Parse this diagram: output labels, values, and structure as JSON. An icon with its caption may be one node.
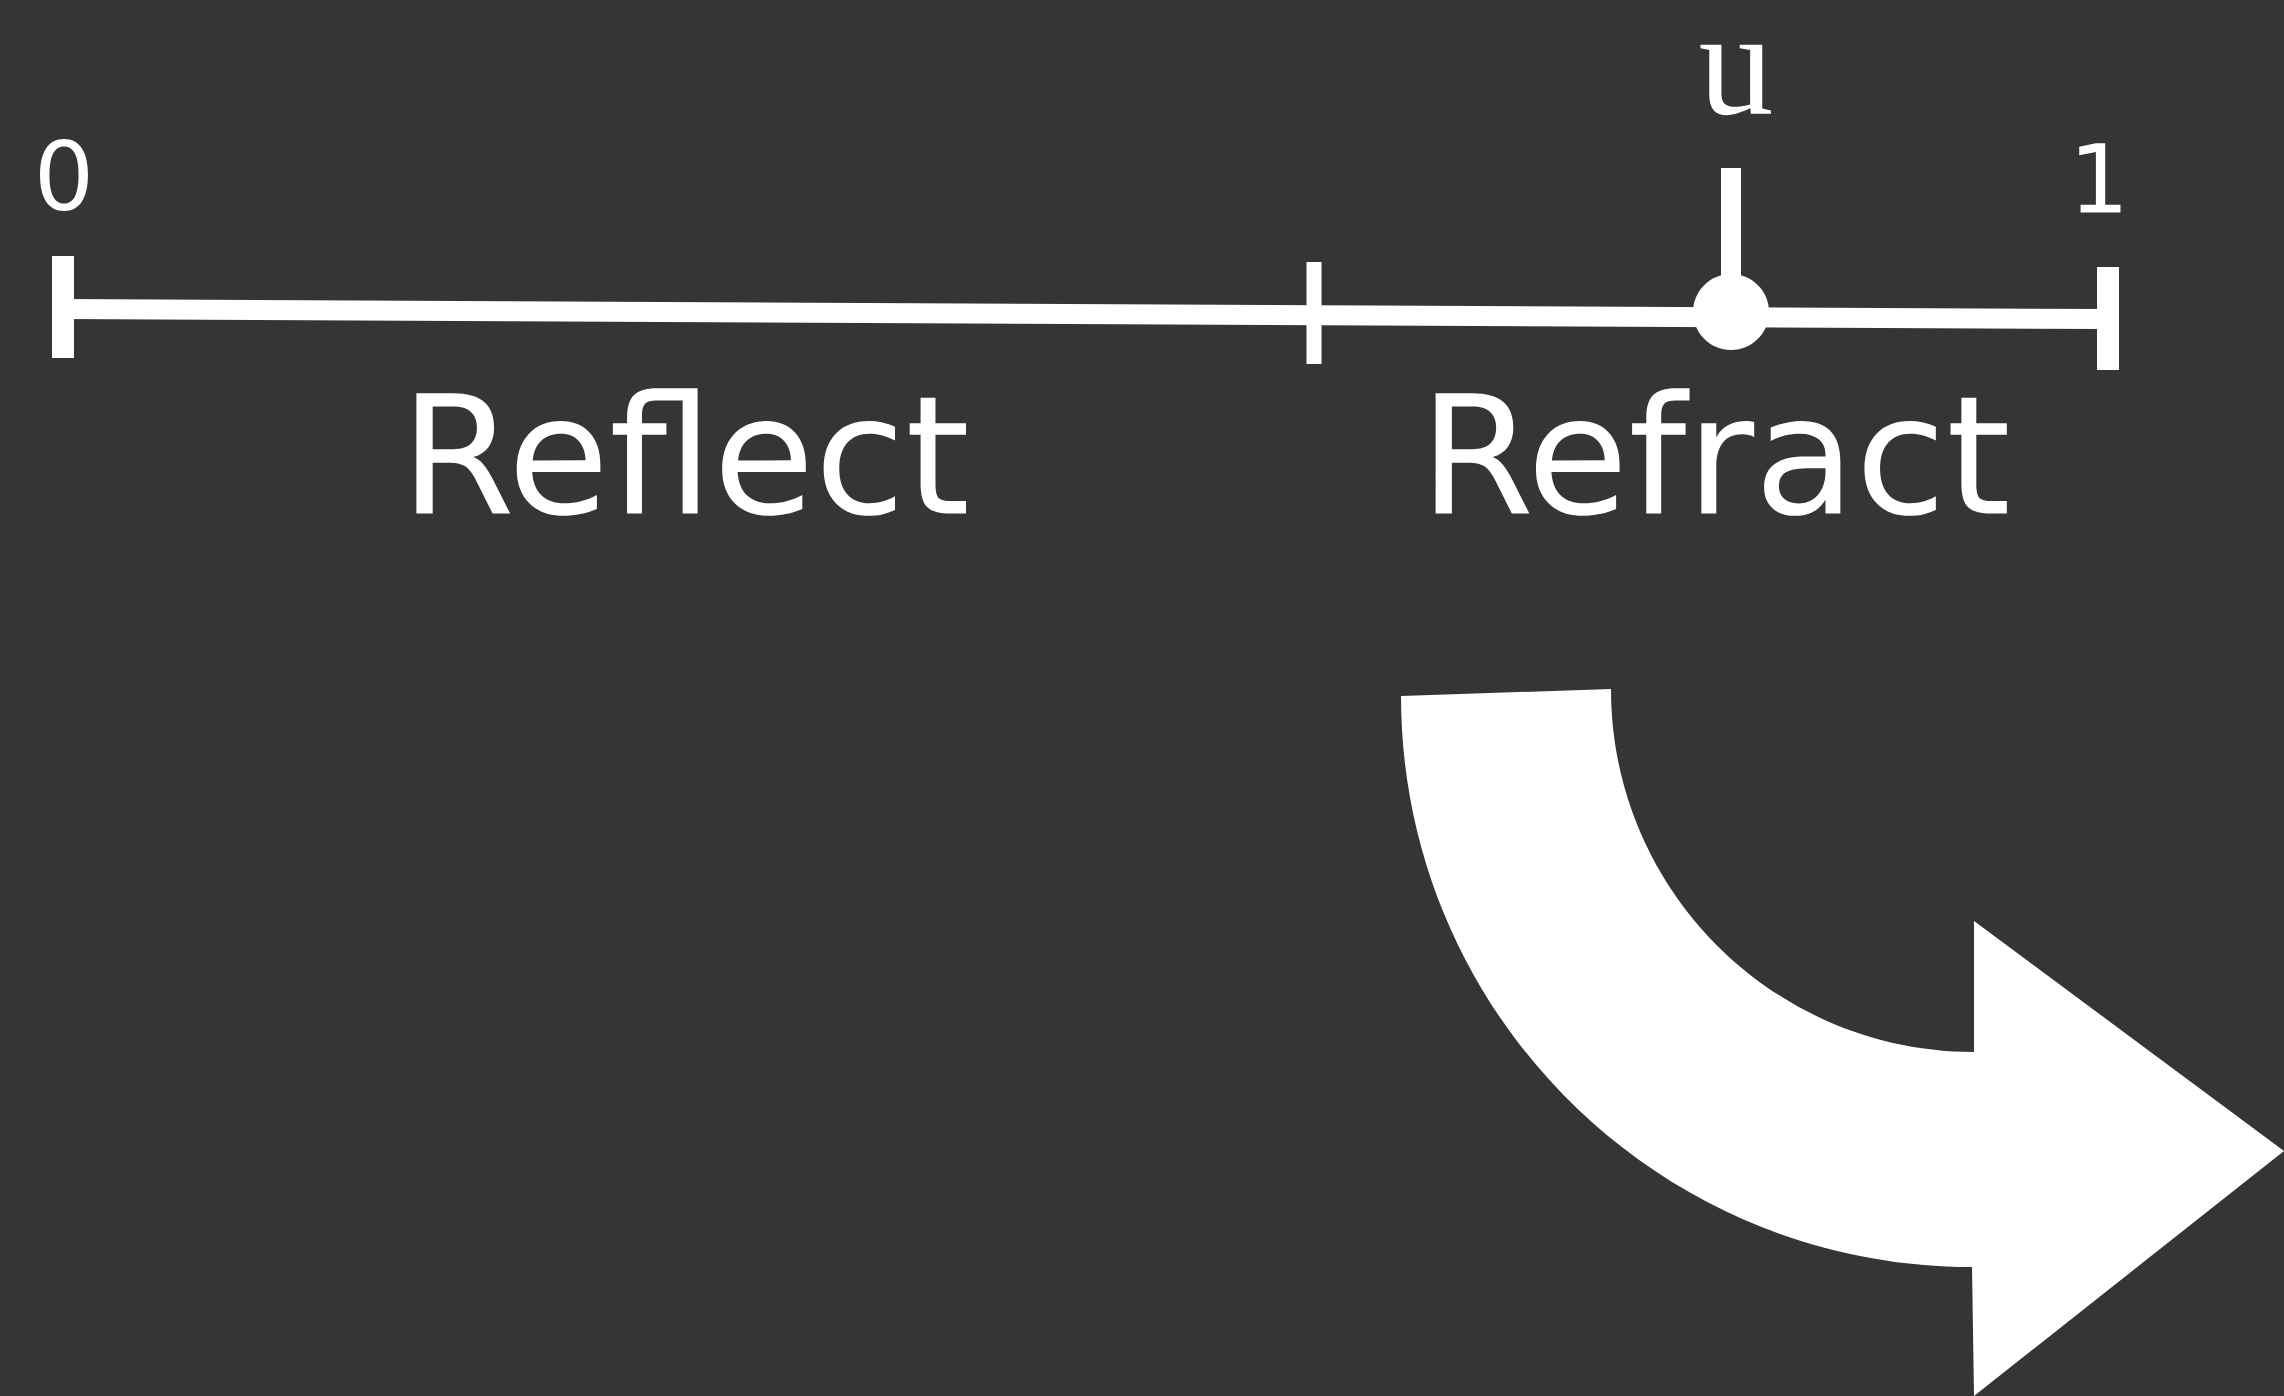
{
  "diagram": {
    "labels": [
      "u",
      "0",
      "1",
      "Reflect",
      "Refract"
    ]
  }
}
